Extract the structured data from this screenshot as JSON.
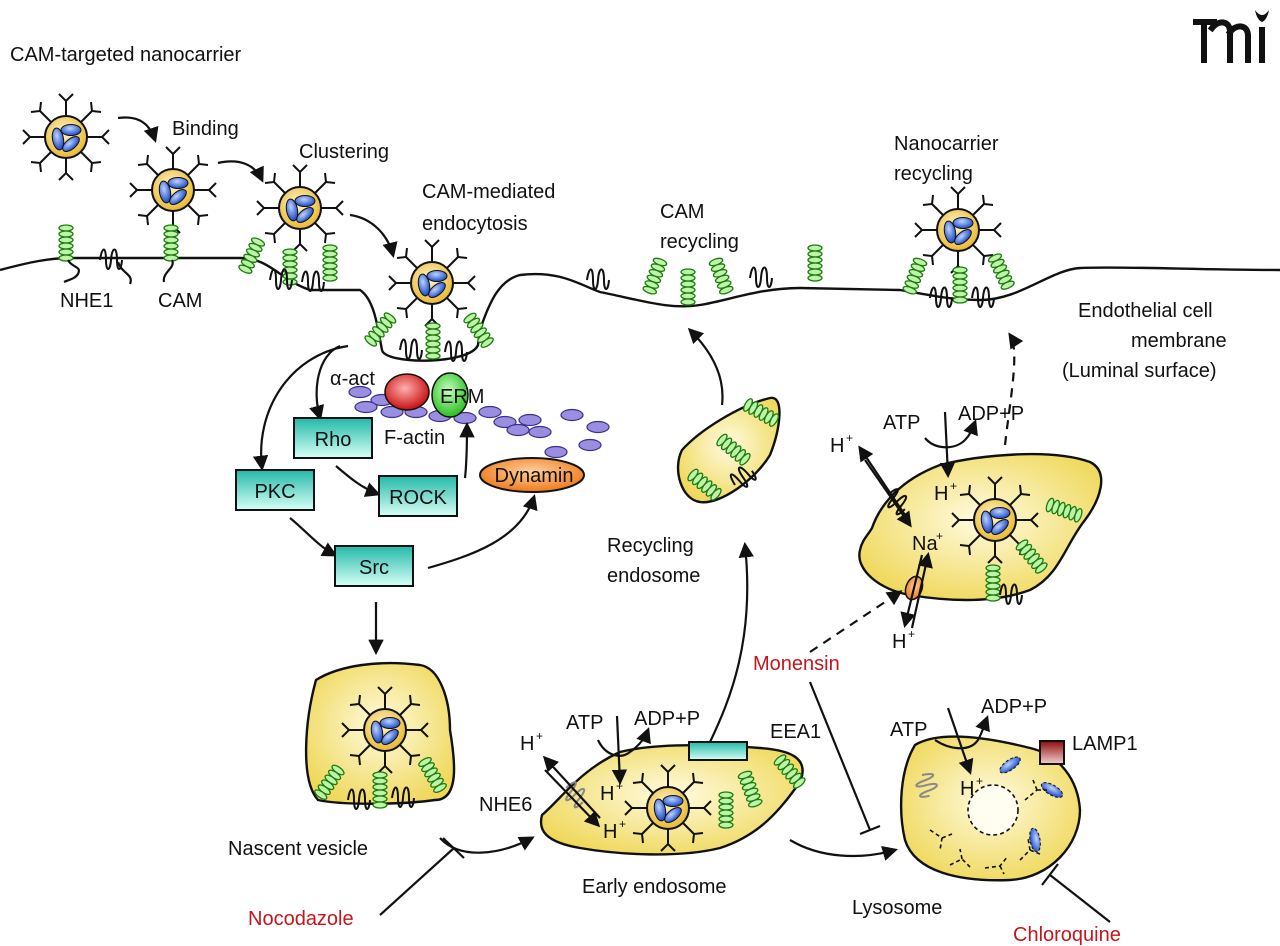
{
  "title": "CAM-targeted nanocarrier",
  "logo": "mi",
  "steps": {
    "binding": "Binding",
    "clustering": "Clustering",
    "cam_mediated_1": "CAM-mediated",
    "cam_mediated_2": "endocytosis",
    "cam_recycling_1": "CAM",
    "cam_recycling_2": "recycling",
    "nanocarrier_recycling_1": "Nanocarrier",
    "nanocarrier_recycling_2": "recycling"
  },
  "membrane": {
    "nhe1": "NHE1",
    "cam": "CAM",
    "label_1": "Endothelial cell",
    "label_2": "membrane",
    "label_3": "(Luminal surface)"
  },
  "signaling": {
    "alpha_actinin": "α-act",
    "erm": "ERM",
    "f_actin": "F-actin",
    "rho": "Rho",
    "rock": "ROCK",
    "pkc": "PKC",
    "src": "Src",
    "dynamin": "Dynamin"
  },
  "compartments": {
    "recycling_endosome_1": "Recycling",
    "recycling_endosome_2": "endosome",
    "nascent_vesicle": "Nascent vesicle",
    "early_endosome": "Early endosome",
    "lysosome": "Lysosome"
  },
  "ions": {
    "atp": "ATP",
    "adp_p": "ADP+P",
    "h": "H",
    "na": "Na",
    "plus": "+",
    "nhe6": "NHE6",
    "eea1": "EEA1",
    "lamp1": "LAMP1"
  },
  "inhibitors": {
    "monensin": "Monensin",
    "nocodazole": "Nocodazole",
    "chloroquine": "Chloroquine"
  },
  "colors": {
    "inhibitor": "#c4161c",
    "kinase_box": "#3cc8b4",
    "vesicle": "#f2e06a",
    "nanocarrier": "#f0c850",
    "payload": "#2a5bd6",
    "cam_helix": "#5fd24a",
    "erm": "#3ad23a",
    "alpha_actinin": "#d81e1e",
    "dynamin": "#f08a2a",
    "f_actin": "#9a8ee0",
    "lamp1": "#9a1010"
  }
}
